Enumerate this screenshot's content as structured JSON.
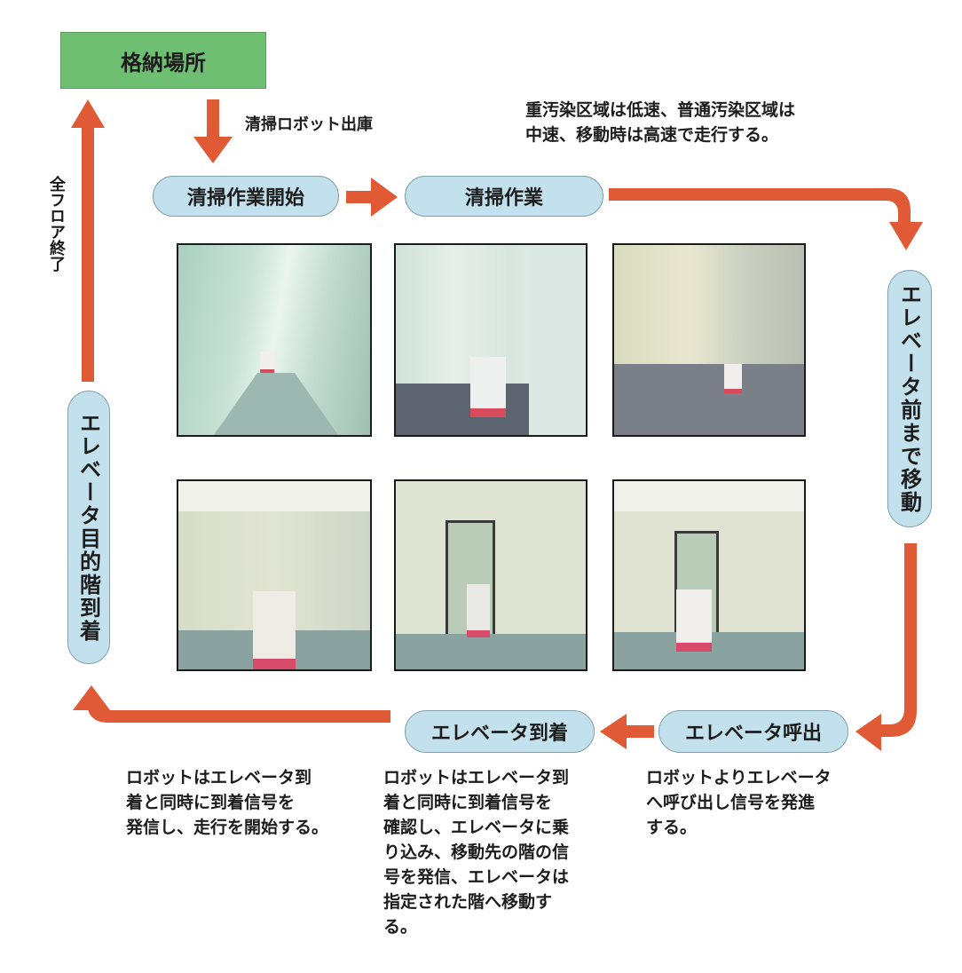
{
  "title_box": {
    "label": "格納場所"
  },
  "labels": {
    "dispatch": "清掃ロボット出庫",
    "all_floors_done": "全フロア終了",
    "speed_note_line1": "重汚染区域は低速、普通汚染区域は",
    "speed_note_line2": "中速、移動時は高速で走行する。"
  },
  "steps": {
    "start_cleaning": "清掃作業開始",
    "cleaning": "清掃作業",
    "move_to_elevator": "エレベータ前まで移動",
    "call_elevator": "エレベータ呼出",
    "elevator_arrival": "エレベータ到着",
    "destination_floor_arrival": "エレベータ目的階到着"
  },
  "descriptions": {
    "left": [
      "ロボットはエレベータ到",
      "着と同時に到着信号を",
      "発信し、走行を開始する。"
    ],
    "middle": [
      "ロボットはエレベータ到",
      "着と同時に到着信号を",
      "確認し、エレベータに乗",
      "り込み、移動先の階の信",
      "号を発信、エレベータは",
      "指定された階へ移動す",
      "る。"
    ],
    "right": [
      "ロボットよりエレベータ",
      "へ呼び出し信号を発進",
      "する。"
    ]
  },
  "photos": [
    {
      "caption": "corridor-robot-far"
    },
    {
      "caption": "elevator-hall-robot-near"
    },
    {
      "caption": "corridor-elevators-robot"
    },
    {
      "caption": "robot-in-front-of-elevator"
    },
    {
      "caption": "robot-inside-elevator"
    },
    {
      "caption": "robot-exiting-elevator"
    }
  ],
  "colors": {
    "arrow": "#e05a35",
    "pill_fill": "#c3e1ec",
    "storage_fill": "#6fbf73"
  }
}
